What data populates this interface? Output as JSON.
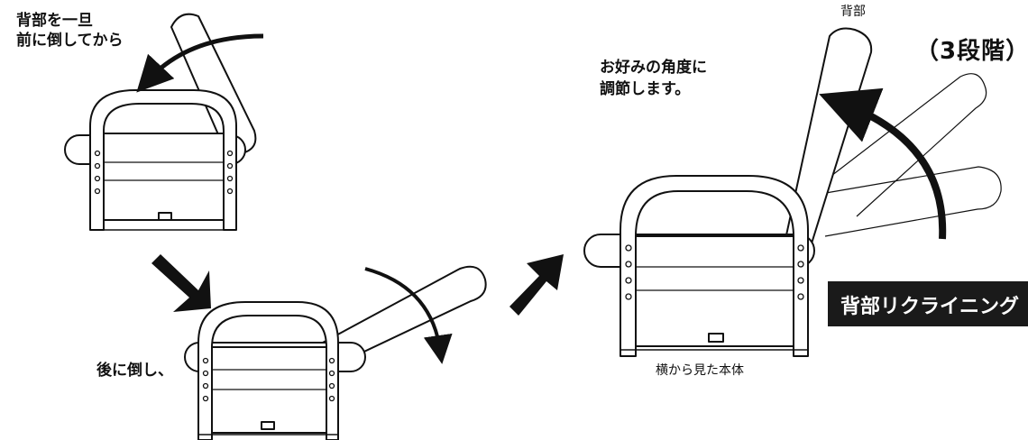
{
  "labels": {
    "step1_line1": "背部を一旦",
    "step1_line2": "前に倒してから",
    "step2": "後に倒し、",
    "step3_line1": "お好みの角度に",
    "step3_line2": "調節します。",
    "backrest": "背部",
    "stages": "（3段階）",
    "side_view": "横から見た本体",
    "banner": "背部リクライニング"
  },
  "colors": {
    "ink": "#111111",
    "banner_bg": "#1a1a1a",
    "banner_text": "#ffffff"
  },
  "icons": [
    "curved-arrow-icon",
    "block-arrow-icon"
  ]
}
